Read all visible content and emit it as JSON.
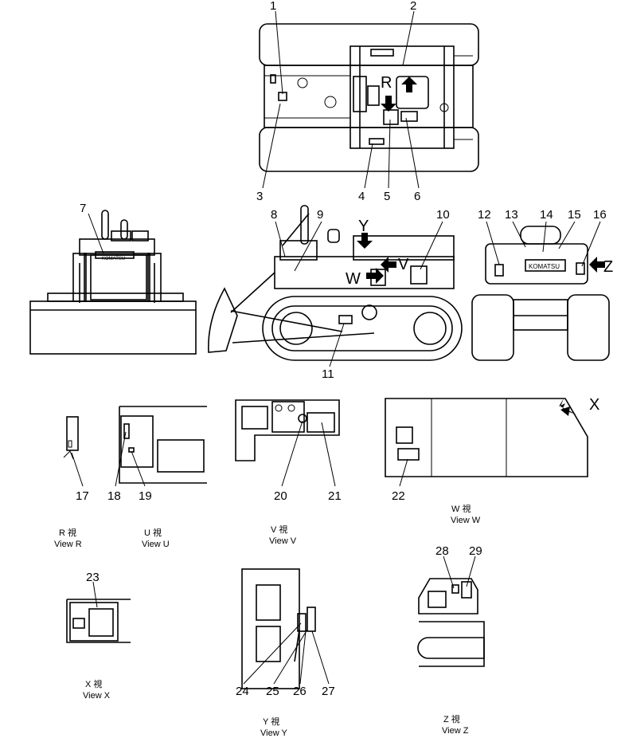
{
  "callouts": [
    "1",
    "2",
    "3",
    "4",
    "5",
    "6",
    "7",
    "8",
    "9",
    "10",
    "11",
    "12",
    "13",
    "14",
    "15",
    "16",
    "17",
    "18",
    "19",
    "20",
    "21",
    "22",
    "23",
    "24",
    "25",
    "26",
    "27",
    "28",
    "29"
  ],
  "view_letters": {
    "R": "R",
    "Y": "Y",
    "W": "W",
    "V": "V",
    "Z": "Z",
    "X": "X"
  },
  "decals": {
    "komatsu": "KOMATSU"
  },
  "captions": [
    {
      "jp": "R 視",
      "en": "View R"
    },
    {
      "jp": "U 視",
      "en": "View U"
    },
    {
      "jp": "V 視",
      "en": "View V"
    },
    {
      "jp": "W 視",
      "en": "View W"
    },
    {
      "jp": "X 視",
      "en": "View X"
    },
    {
      "jp": "Y 視",
      "en": "View Y"
    },
    {
      "jp": "Z 視",
      "en": "View Z"
    }
  ]
}
